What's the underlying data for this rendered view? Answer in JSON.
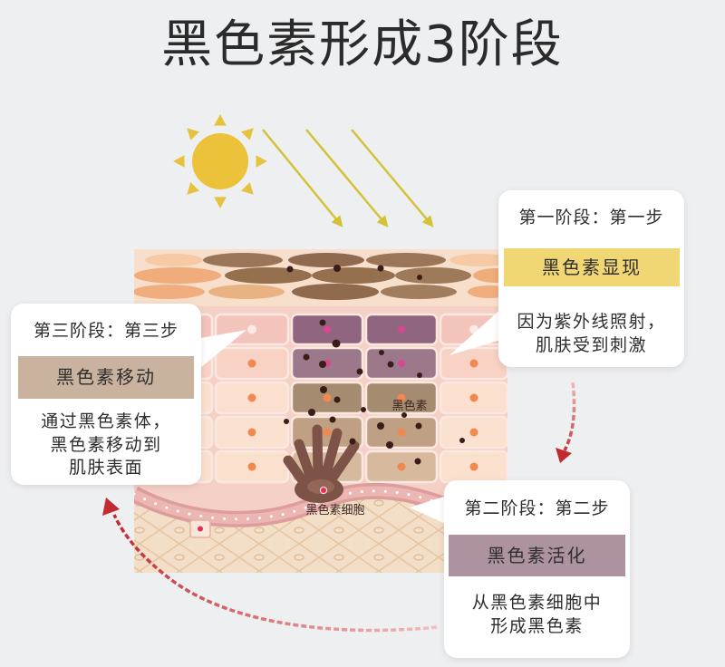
{
  "title": "黑色素形成3阶段",
  "diagram_labels": {
    "melanin": "黑色素",
    "melanocyte": "黑色素细胞"
  },
  "stages": {
    "stage_1": {
      "heading": "第一阶段：第一步",
      "label": "黑色素显现",
      "description": [
        "因为紫外线照射，",
        "肌肤受到刺激"
      ],
      "color": "#f1d774"
    },
    "stage_2": {
      "heading": "第二阶段：第二步",
      "label": "黑色素活化",
      "description": [
        "从黑色素细胞中",
        "形成黑色素"
      ],
      "color": "#ad929f"
    },
    "stage_3": {
      "heading": "第三阶段：第三步",
      "label": "黑色素移动",
      "description": [
        "通过黑色素体，",
        "黑色素移动到",
        "肌肤表面"
      ],
      "color": "#c9b39e"
    }
  },
  "colors": {
    "background": "#eeeff1",
    "sun": "#ebc23a",
    "uv_arrow": "#d3c235",
    "cycle_arrow": "#c22a30",
    "melanin": "#3a1d18",
    "melanocyte": "#7e5347"
  },
  "icons": {
    "sun": "sun-icon",
    "uv_rays": "arrow-down-right-icon",
    "cycle": "dashed-curved-arrow-icon"
  }
}
